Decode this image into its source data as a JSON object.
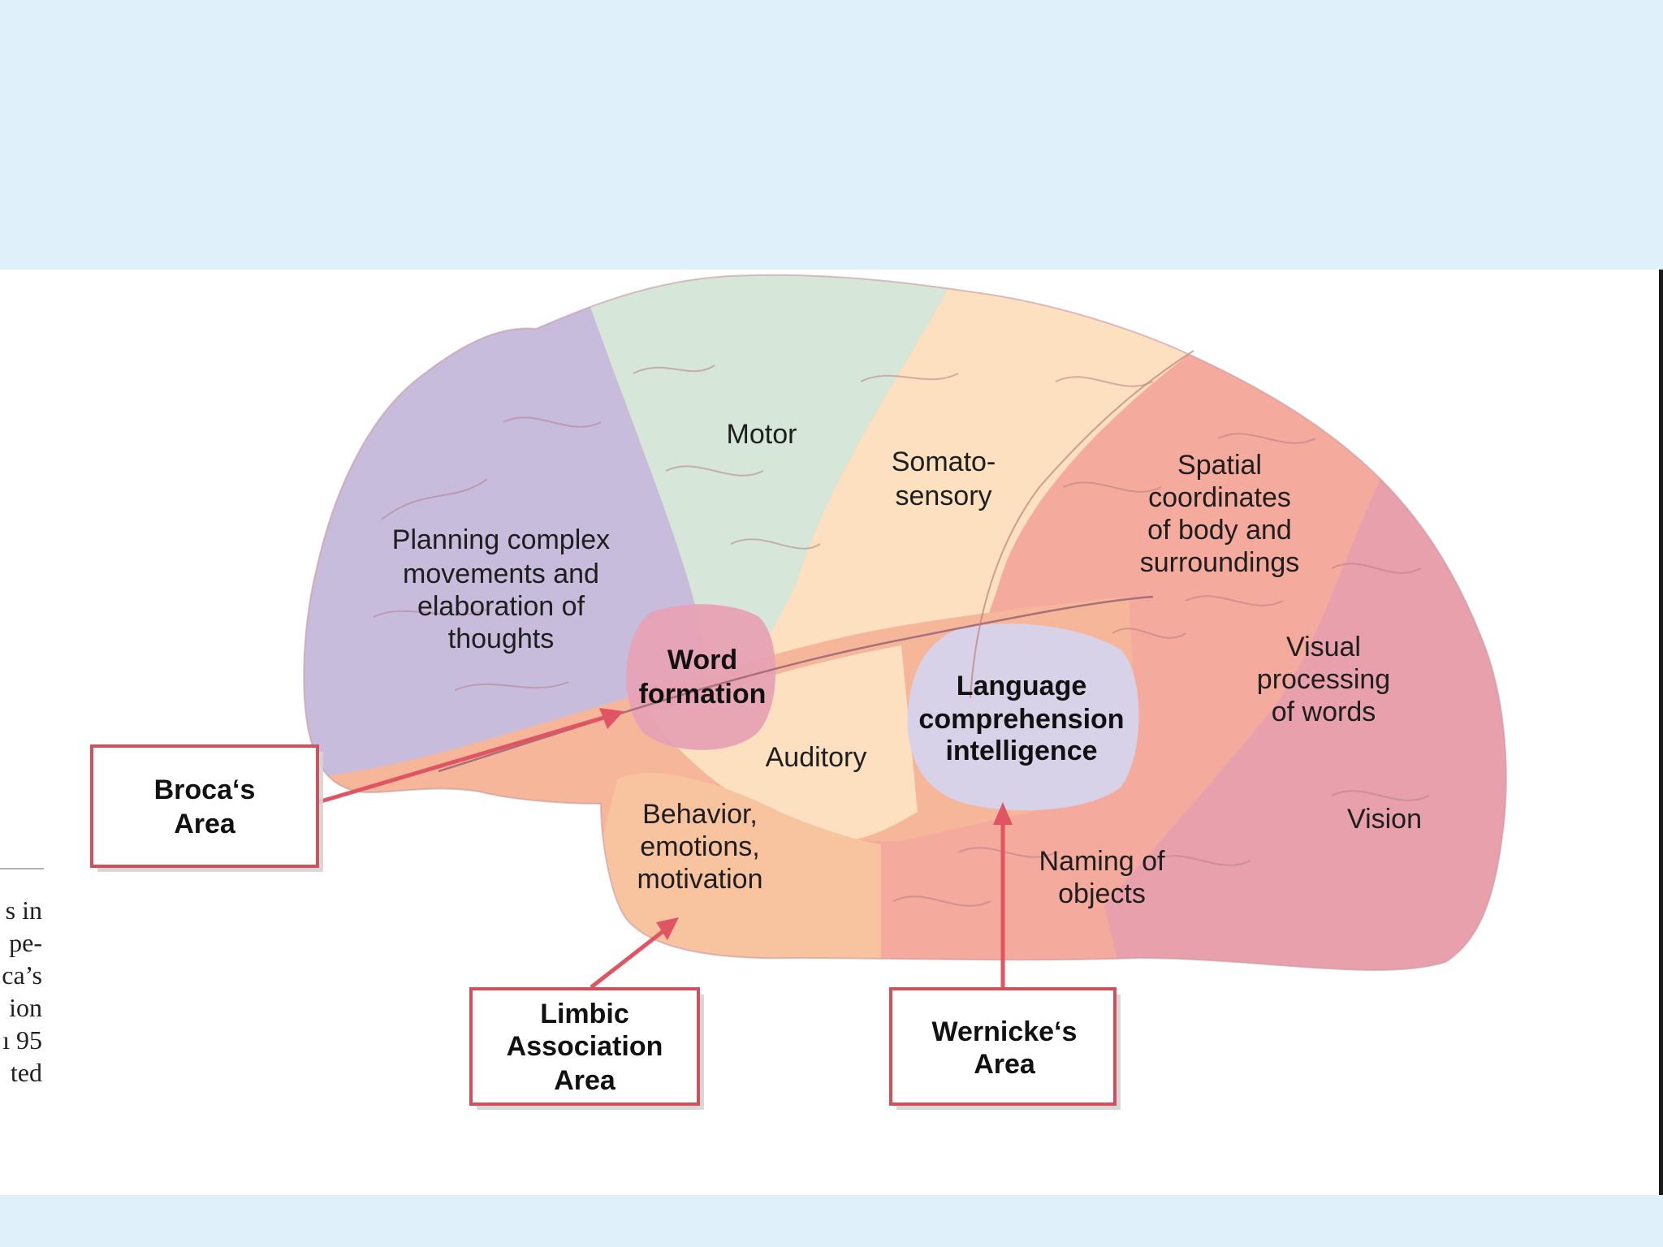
{
  "regions": {
    "motor": "Motor",
    "somatosensory": [
      "Somato-",
      "sensory"
    ],
    "planning": [
      "Planning complex",
      "movements and",
      "elaboration of",
      "thoughts"
    ],
    "word_formation": [
      "Word",
      "formation"
    ],
    "spatial": [
      "Spatial",
      "coordinates",
      "of body and",
      "surroundings"
    ],
    "visual_processing": [
      "Visual",
      "processing",
      "of words"
    ],
    "language": [
      "Language",
      "comprehension",
      "intelligence"
    ],
    "auditory": "Auditory",
    "behavior": [
      "Behavior,",
      "emotions,",
      "motivation"
    ],
    "naming": [
      "Naming of",
      "objects"
    ],
    "vision": "Vision"
  },
  "callouts": {
    "broca": [
      "Broca‘s",
      "Area"
    ],
    "limbic": [
      "Limbic",
      "Association",
      "Area"
    ],
    "wernicke": [
      "Wernicke‘s",
      "Area"
    ]
  },
  "side_text": [
    "s in",
    "pe-",
    "ca’s",
    "ion",
    "ı 95",
    "ted"
  ],
  "colors": {
    "background_band": "#e0f0fa",
    "callout_border": "#d44f5c",
    "arrow": "#e05564",
    "frontal": "#c8bcdc",
    "motor": "#d6e6d8",
    "somatosensory": "#fce0c0",
    "parietal": "#f4aa9c",
    "occipital": "#e8a0ac",
    "temporal": "#f5b69a",
    "limbic": "#f8c4a0",
    "language_area": "#d8d2e8",
    "word_formation_area": "#e7a2b4"
  }
}
